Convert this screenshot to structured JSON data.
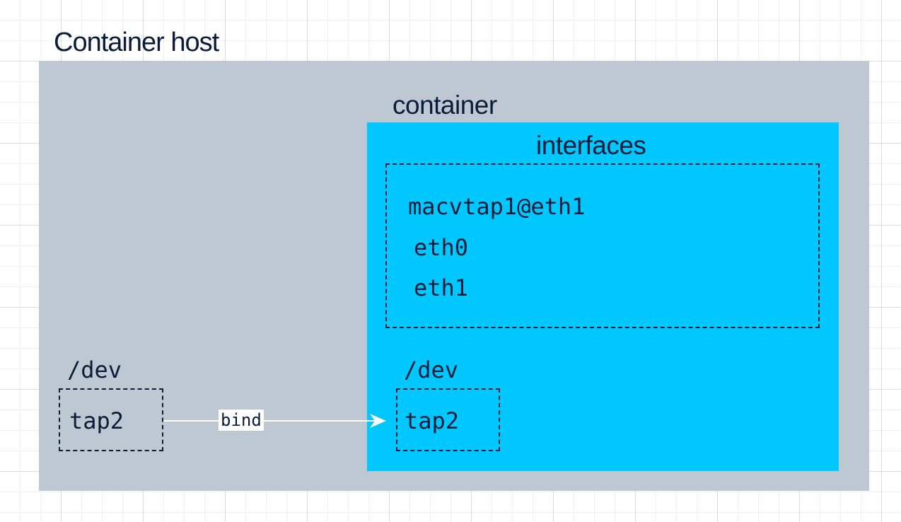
{
  "host": {
    "title": "Container host",
    "dev_label": "/dev",
    "tap": "tap2"
  },
  "container": {
    "title": "container",
    "interfaces": {
      "title": "interfaces",
      "items": [
        "macvtap1@eth1",
        "eth0",
        "eth1"
      ]
    },
    "dev_label": "/dev",
    "tap": "tap2"
  },
  "connection": {
    "label": "bind"
  },
  "colors": {
    "host_fill": "#bec8d2",
    "container_fill": "#00c8ff",
    "text": "#0b1c3a",
    "arrow": "#ffffff"
  }
}
